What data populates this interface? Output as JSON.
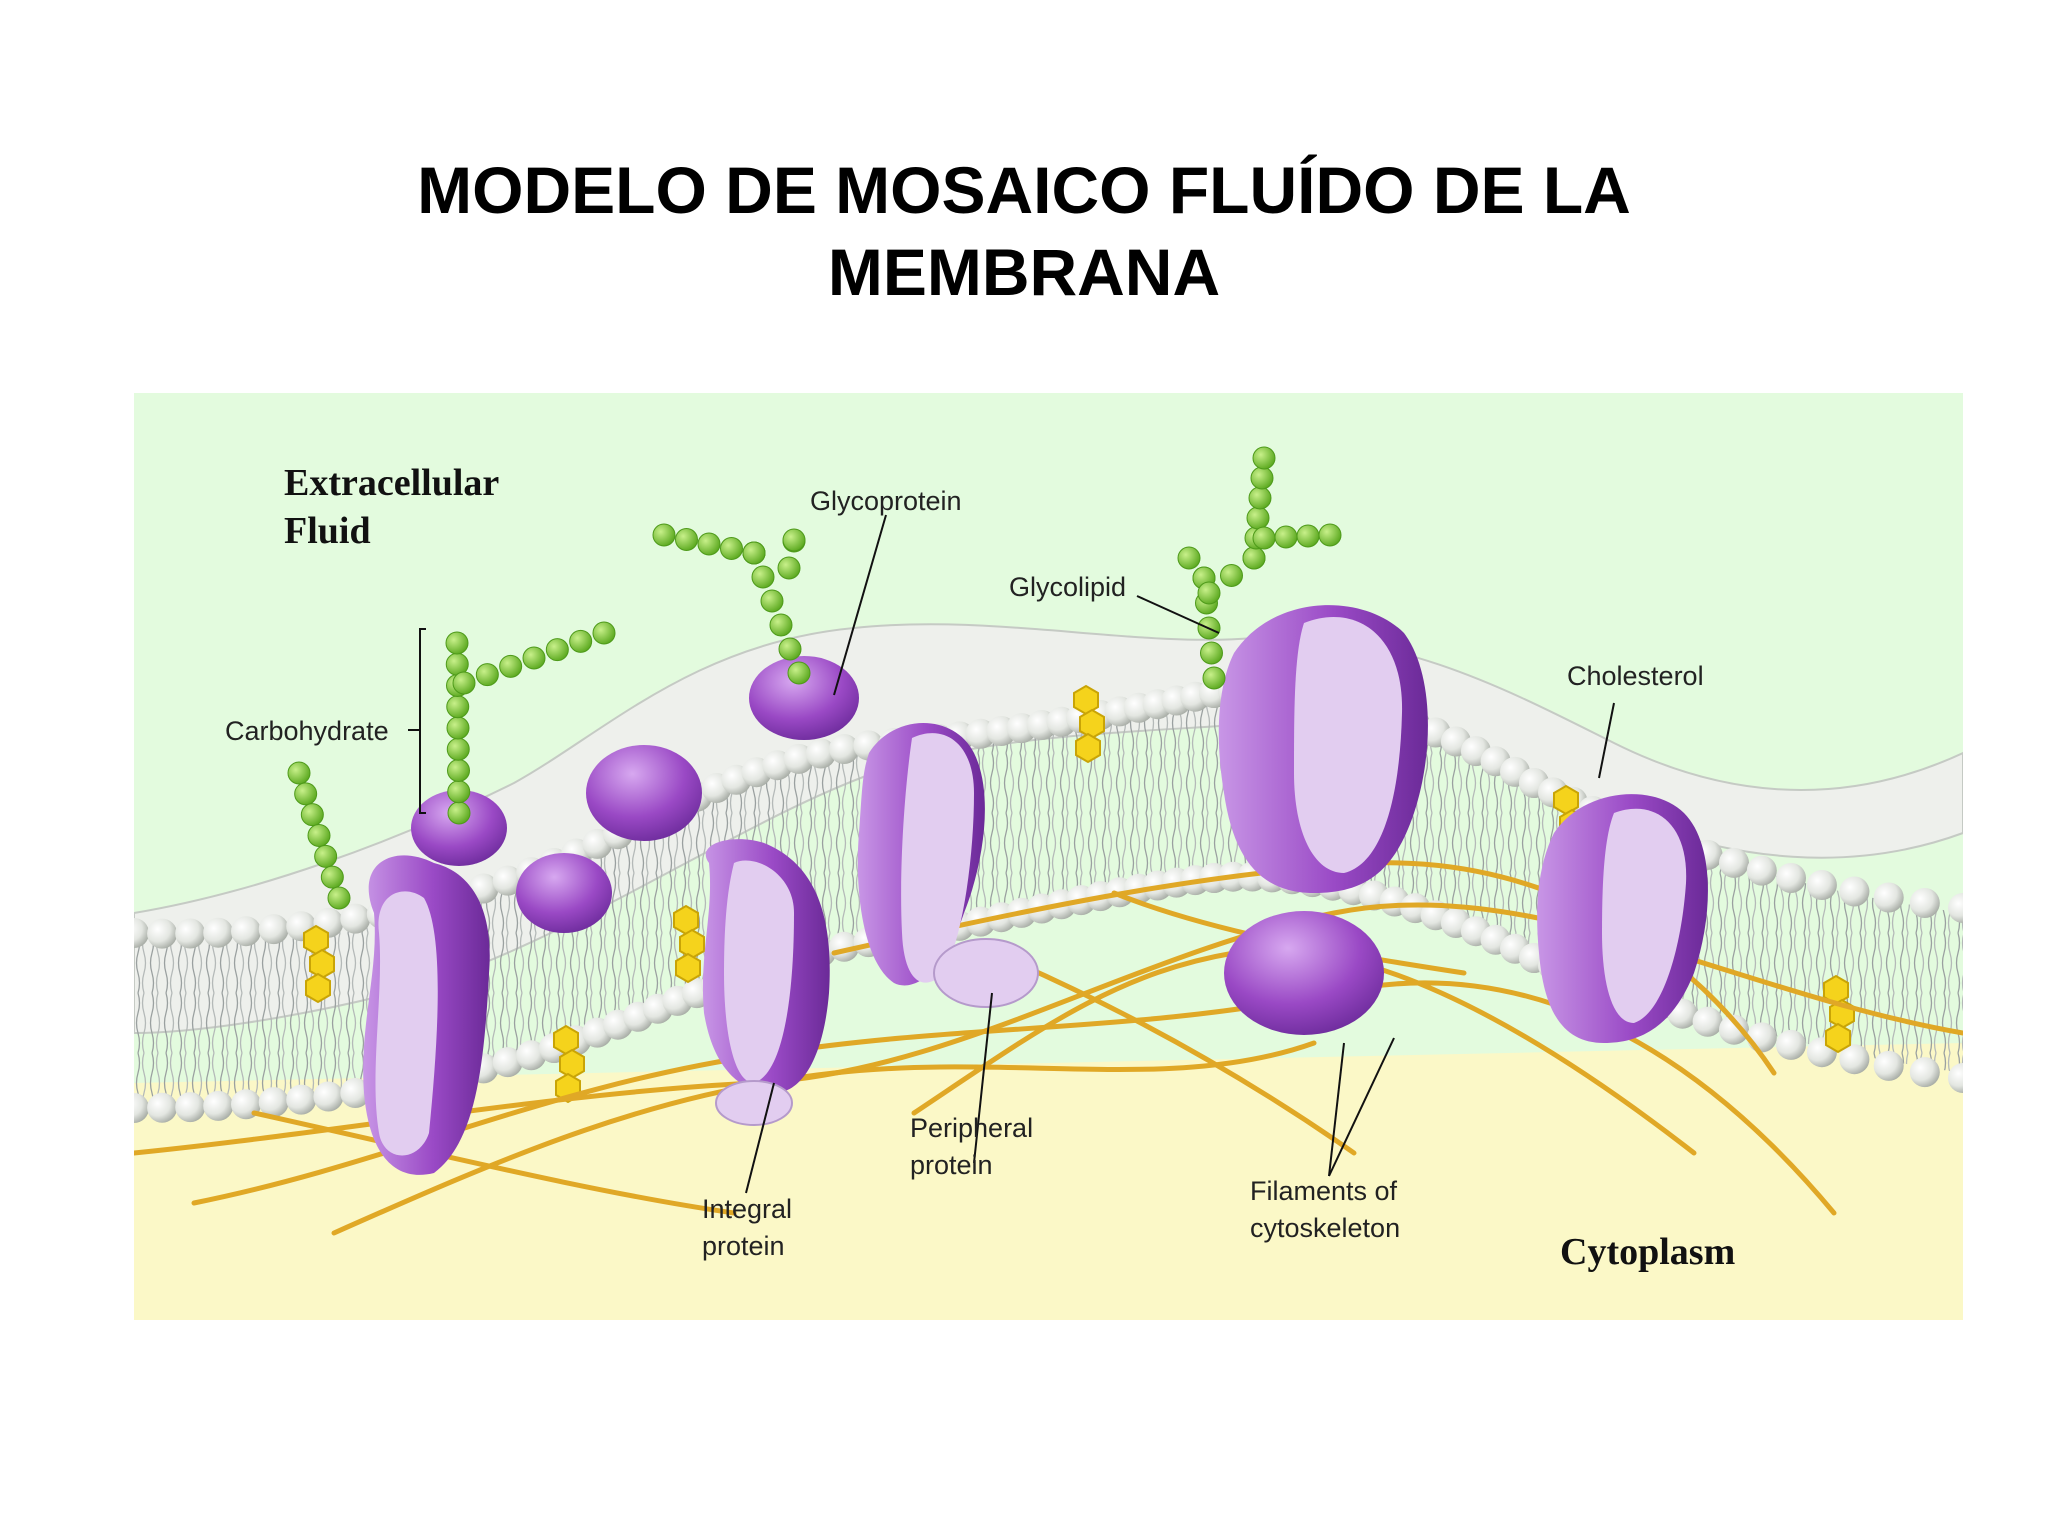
{
  "title": {
    "line1": "MODELO DE MOSAICO FLUÍDO DE LA",
    "line2": "MEMBRANA"
  },
  "regions": {
    "extracellular_line1": "Extracellular",
    "extracellular_line2": "Fluid",
    "cytoplasm": "Cytoplasm"
  },
  "labels": {
    "glycoprotein": "Glycoprotein",
    "glycolipid": "Glycolipid",
    "carbohydrate": "Carbohydrate",
    "cholesterol": "Cholesterol",
    "integral_line1": "Integral",
    "integral_line2": "protein",
    "peripheral_line1": "Peripheral",
    "peripheral_line2": "protein",
    "filaments_line1": "Filaments of",
    "filaments_line2": "cytoskeleton"
  },
  "colors": {
    "extracellular_bg": "#e3fbde",
    "cytoplasm_bg": "#fbf8c7",
    "protein_purple": "#9b4dc4",
    "protein_face": "#e2cdf0",
    "sugar_green": "#7cd12f",
    "filament_orange": "#e0a826",
    "cholesterol_yellow": "#f5d31c",
    "lipid_head": "#e8ebe6"
  }
}
